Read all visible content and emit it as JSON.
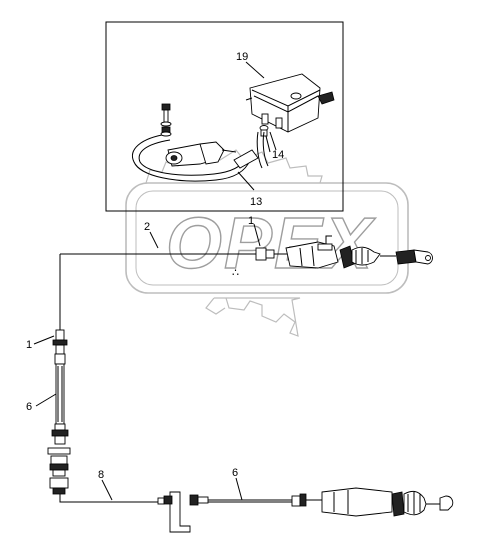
{
  "watermark": {
    "text": "OPEX",
    "logo_icon": "gear-frame-logo-icon"
  },
  "callouts": {
    "c19": "19",
    "c14": "14",
    "c13": "13",
    "c2": "2",
    "c1_upper": "1",
    "c1_left": "1",
    "c6_left": "6",
    "c8": "8",
    "c6_bottom": "6",
    "c_small": "∴"
  },
  "colors": {
    "line": "#000000",
    "watermark": "#bdbdbd",
    "background": "#ffffff"
  }
}
